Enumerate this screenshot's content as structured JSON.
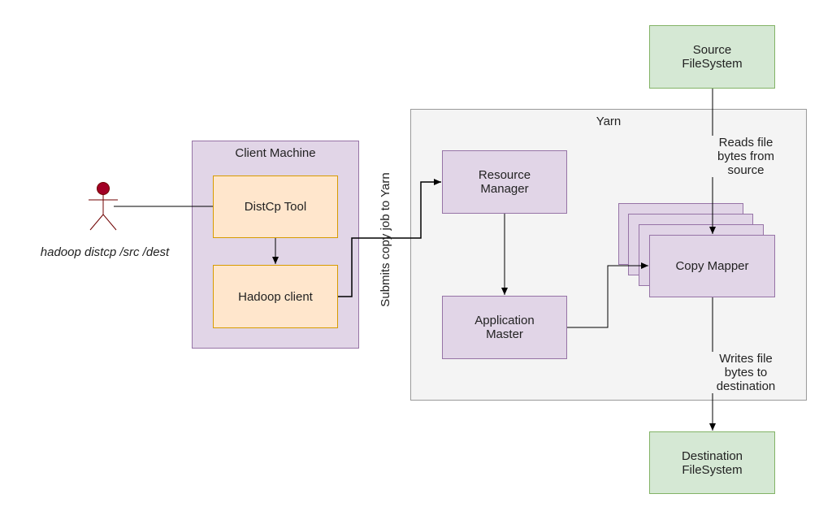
{
  "diagram": {
    "client_machine": {
      "label": "Client Machine"
    },
    "distcp_tool": {
      "label": "DistCp Tool"
    },
    "hadoop_client": {
      "label": "Hadoop client"
    },
    "yarn": {
      "label": "Yarn"
    },
    "resource_manager": {
      "label": "Resource\nManager"
    },
    "application_master": {
      "label": "Application\nMaster"
    },
    "copy_mapper": {
      "label": "Copy Mapper"
    },
    "source_fs": {
      "label": "Source\nFileSystem"
    },
    "destination_fs": {
      "label": "Destination\nFileSystem"
    },
    "actor_command": {
      "label": "hadoop distcp /src /dest"
    },
    "submit_label": {
      "label": "Submits copy job to Yarn"
    },
    "reads_label": {
      "label": "Reads file\nbytes from\nsource"
    },
    "writes_label": {
      "label": "Writes file\nbytes to\ndestination"
    }
  },
  "colors": {
    "container_fill": "#e1d5e7",
    "orange_fill": "#ffe6cc",
    "green_fill": "#d5e8d4",
    "yarn_fill": "#f4f4f4",
    "actor_head": "#a20025"
  }
}
